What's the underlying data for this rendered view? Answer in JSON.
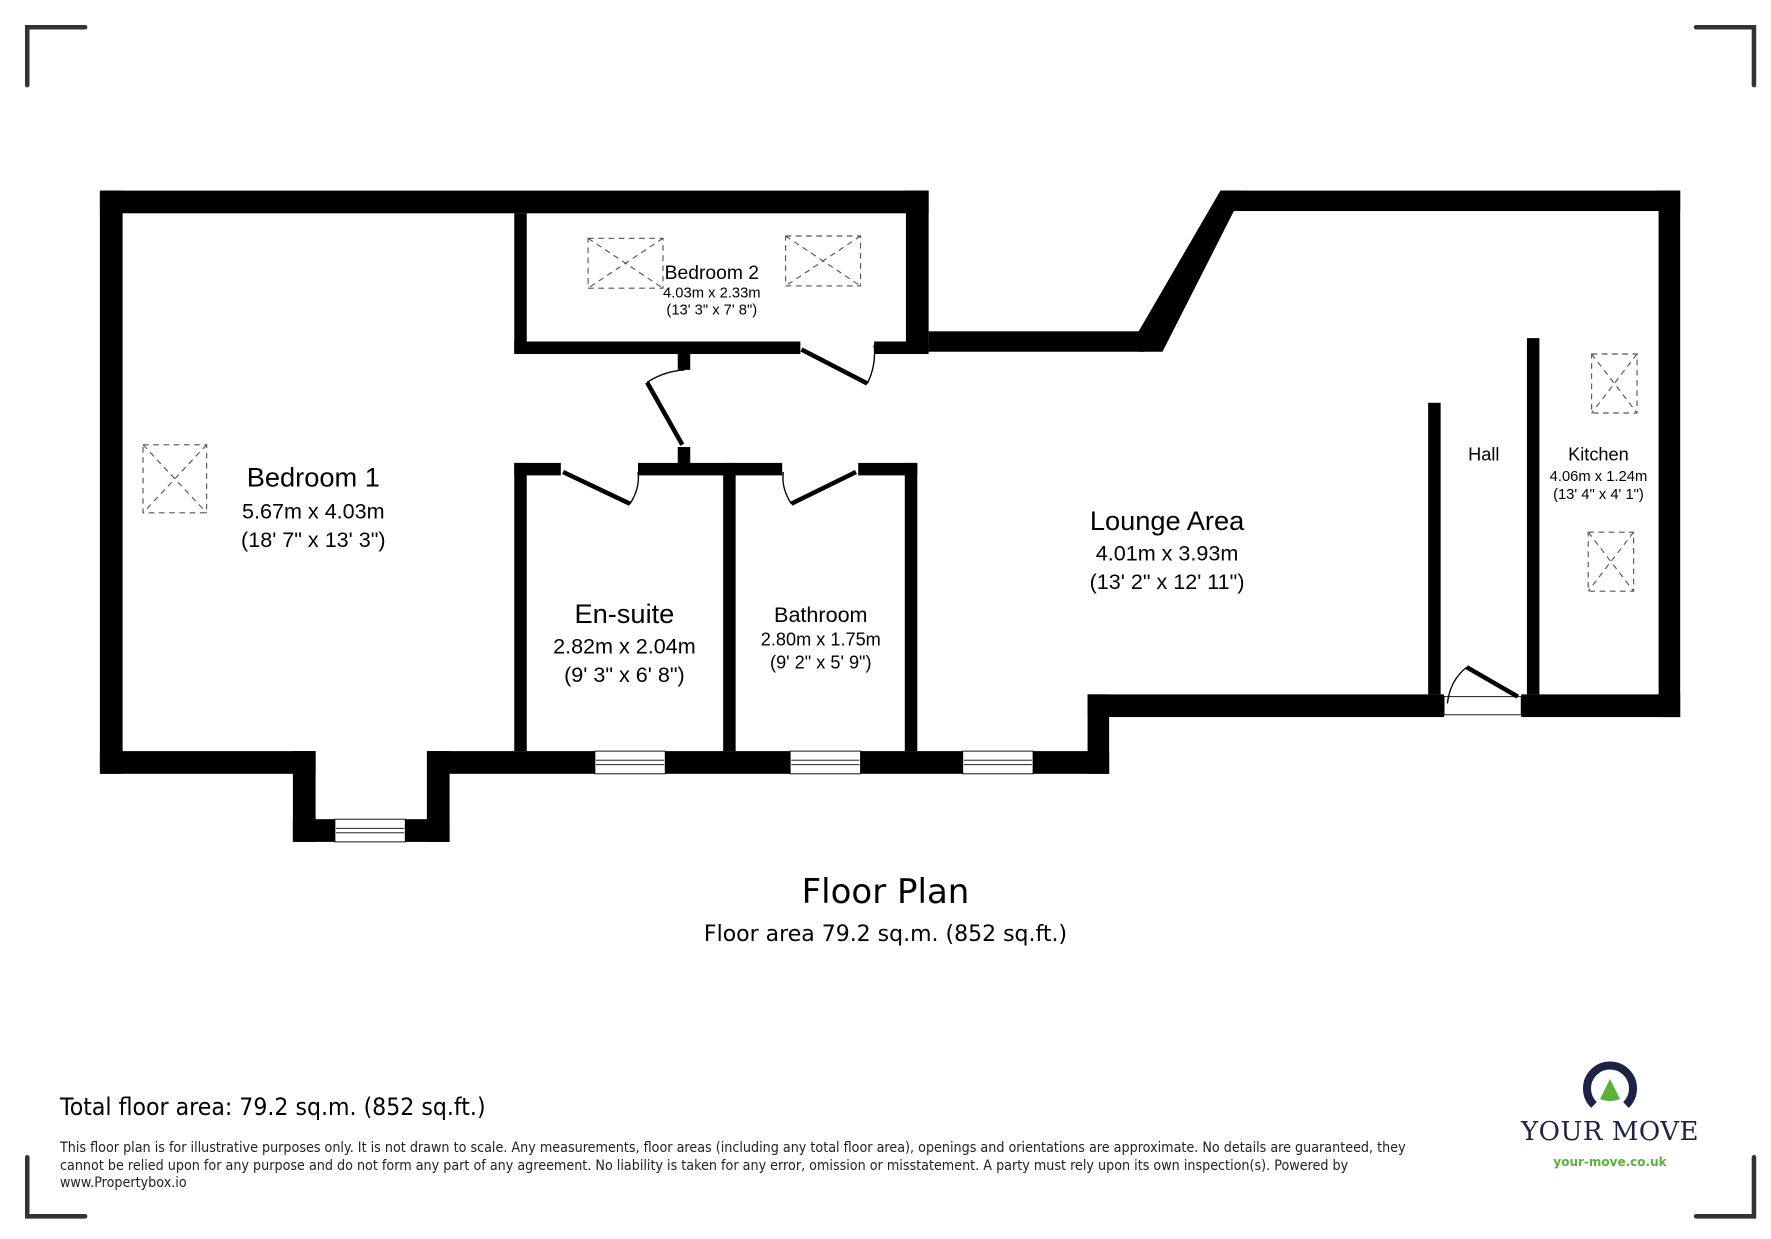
{
  "rooms": [
    {
      "name": "Bedroom 1",
      "metric": "5.67m x 4.03m",
      "imperial": "(18' 7\" x 13' 3\")"
    },
    {
      "name": "Bedroom 2",
      "metric": "4.03m x 2.33m",
      "imperial": "(13' 3\" x 7' 8\")"
    },
    {
      "name": "En-suite",
      "metric": "2.82m x 2.04m",
      "imperial": "(9' 3\" x 6' 8\")"
    },
    {
      "name": "Bathroom",
      "metric": "2.80m x 1.75m",
      "imperial": "(9' 2\" x 5' 9\")"
    },
    {
      "name": "Lounge Area",
      "metric": "4.01m x 3.93m",
      "imperial": "(13' 2\" x 12' 11\")"
    },
    {
      "name": "Hall"
    },
    {
      "name": "Kitchen",
      "metric": "4.06m x 1.24m",
      "imperial": "(13' 4\" x 4' 1\")"
    }
  ],
  "plan": {
    "title": "Floor Plan",
    "floor_area": "Floor area 79.2 sq.m. (852 sq.ft.)"
  },
  "footer": {
    "total_area": "Total floor area: 79.2 sq.m. (852 sq.ft.)",
    "disclaimer": "This floor plan is for illustrative purposes only. It is not drawn to scale. Any measurements, floor areas (including any total floor area), openings and orientations are approximate. No details are guaranteed, they cannot be relied upon for any purpose and do not form any part of any agreement. No liability is taken for any error, omission or misstatement. A party must rely upon its own inspection(s). Powered by www.Propertybox.io"
  },
  "logo": {
    "name": "YOUR MOVE",
    "url": "your-move.co.uk",
    "colors": {
      "navy": "#1d2347",
      "green": "#5bb03a"
    }
  },
  "colors": {
    "wall": "#000000",
    "background": "#ffffff",
    "corner_marks": "#333333"
  }
}
